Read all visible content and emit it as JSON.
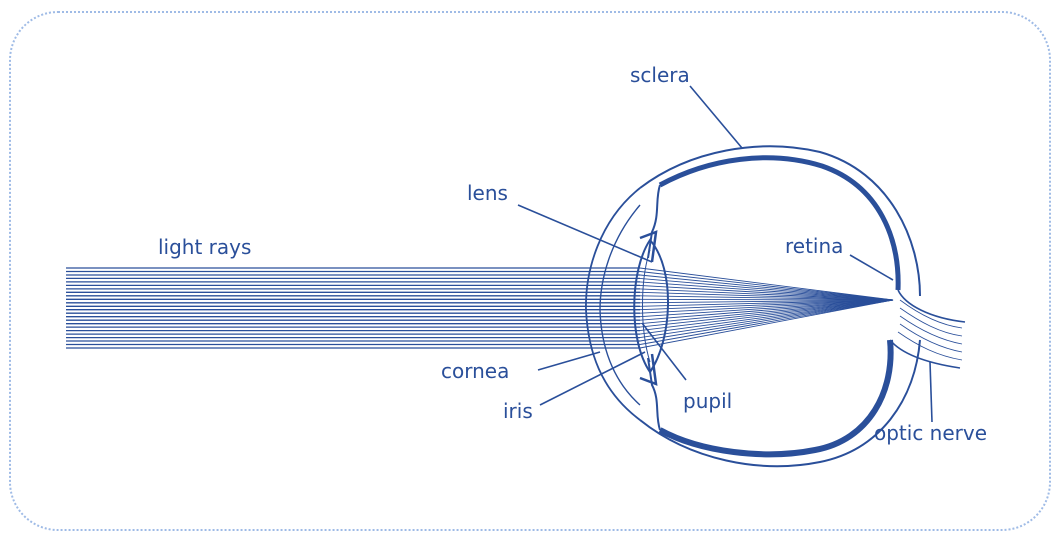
{
  "colors": {
    "ink": "#2a4f9a",
    "border": "#9fbbe6",
    "background": "#ffffff"
  },
  "labels": {
    "sclera": "sclera",
    "lens": "lens",
    "light_rays": "light rays",
    "retina": "retina",
    "cornea": "cornea",
    "iris": "iris",
    "pupil": "pupil",
    "optic_nerve": "optic nerve"
  },
  "light_ray_count": 24
}
